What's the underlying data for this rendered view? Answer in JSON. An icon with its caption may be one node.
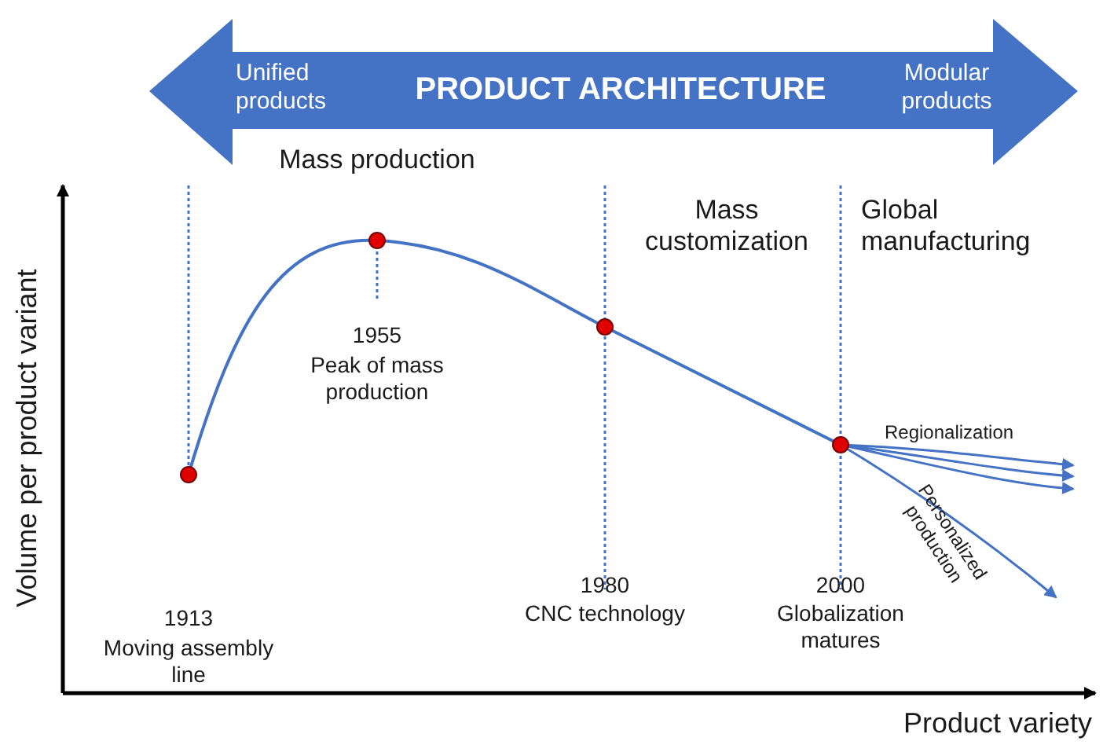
{
  "diagram": {
    "nodes": [
      {
        "text": [
          "Unified products",
          "PRODUCT ARCHITECTURE",
          "Modular products"
        ]
      }
    ],
    "labels": [
      "Mass production",
      "Mass customization",
      "Global manufacturing",
      "1955",
      "Peak of mass production",
      "Regionalization",
      "Personalized production",
      "1913",
      "Moving assembly line",
      "1980",
      "CNC technology",
      "2000",
      "Globalization matures",
      "Volume per product variant",
      "Product variety"
    ]
  }
}
